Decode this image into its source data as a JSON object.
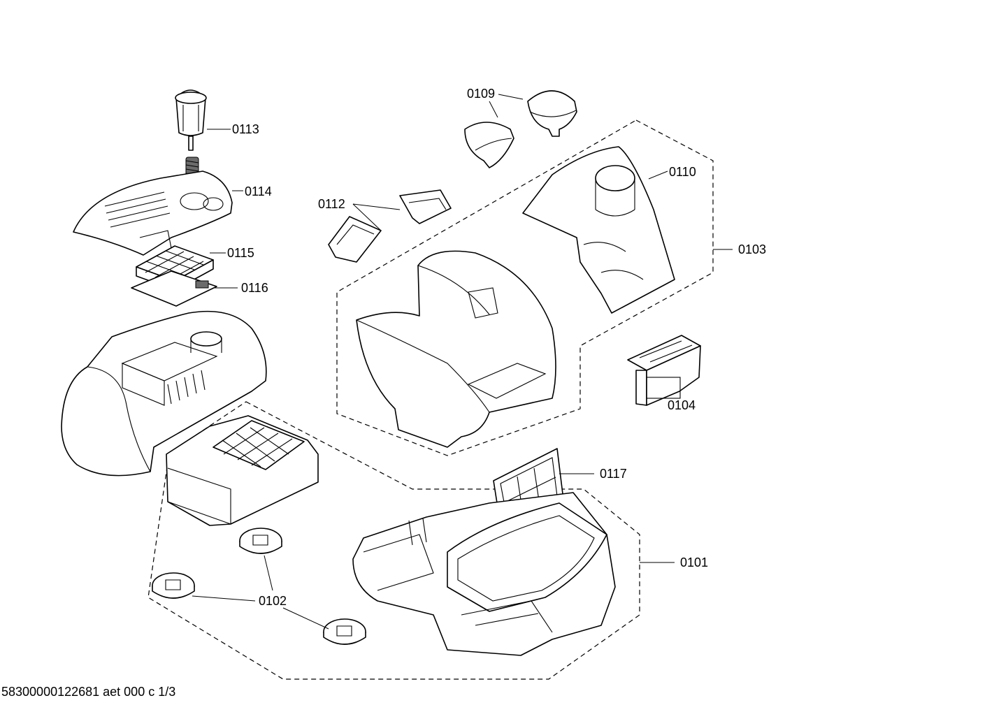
{
  "callouts": {
    "p0101": "0101",
    "p0102": "0102",
    "p0103": "0103",
    "p0104": "0104",
    "p0109": "0109",
    "p0110": "0110",
    "p0112": "0112",
    "p0113": "0113",
    "p0114": "0114",
    "p0115": "0115",
    "p0116": "0116",
    "p0117": "0117"
  },
  "footer": {
    "document_code": "58300000122681 aet 000 c 1/3"
  }
}
